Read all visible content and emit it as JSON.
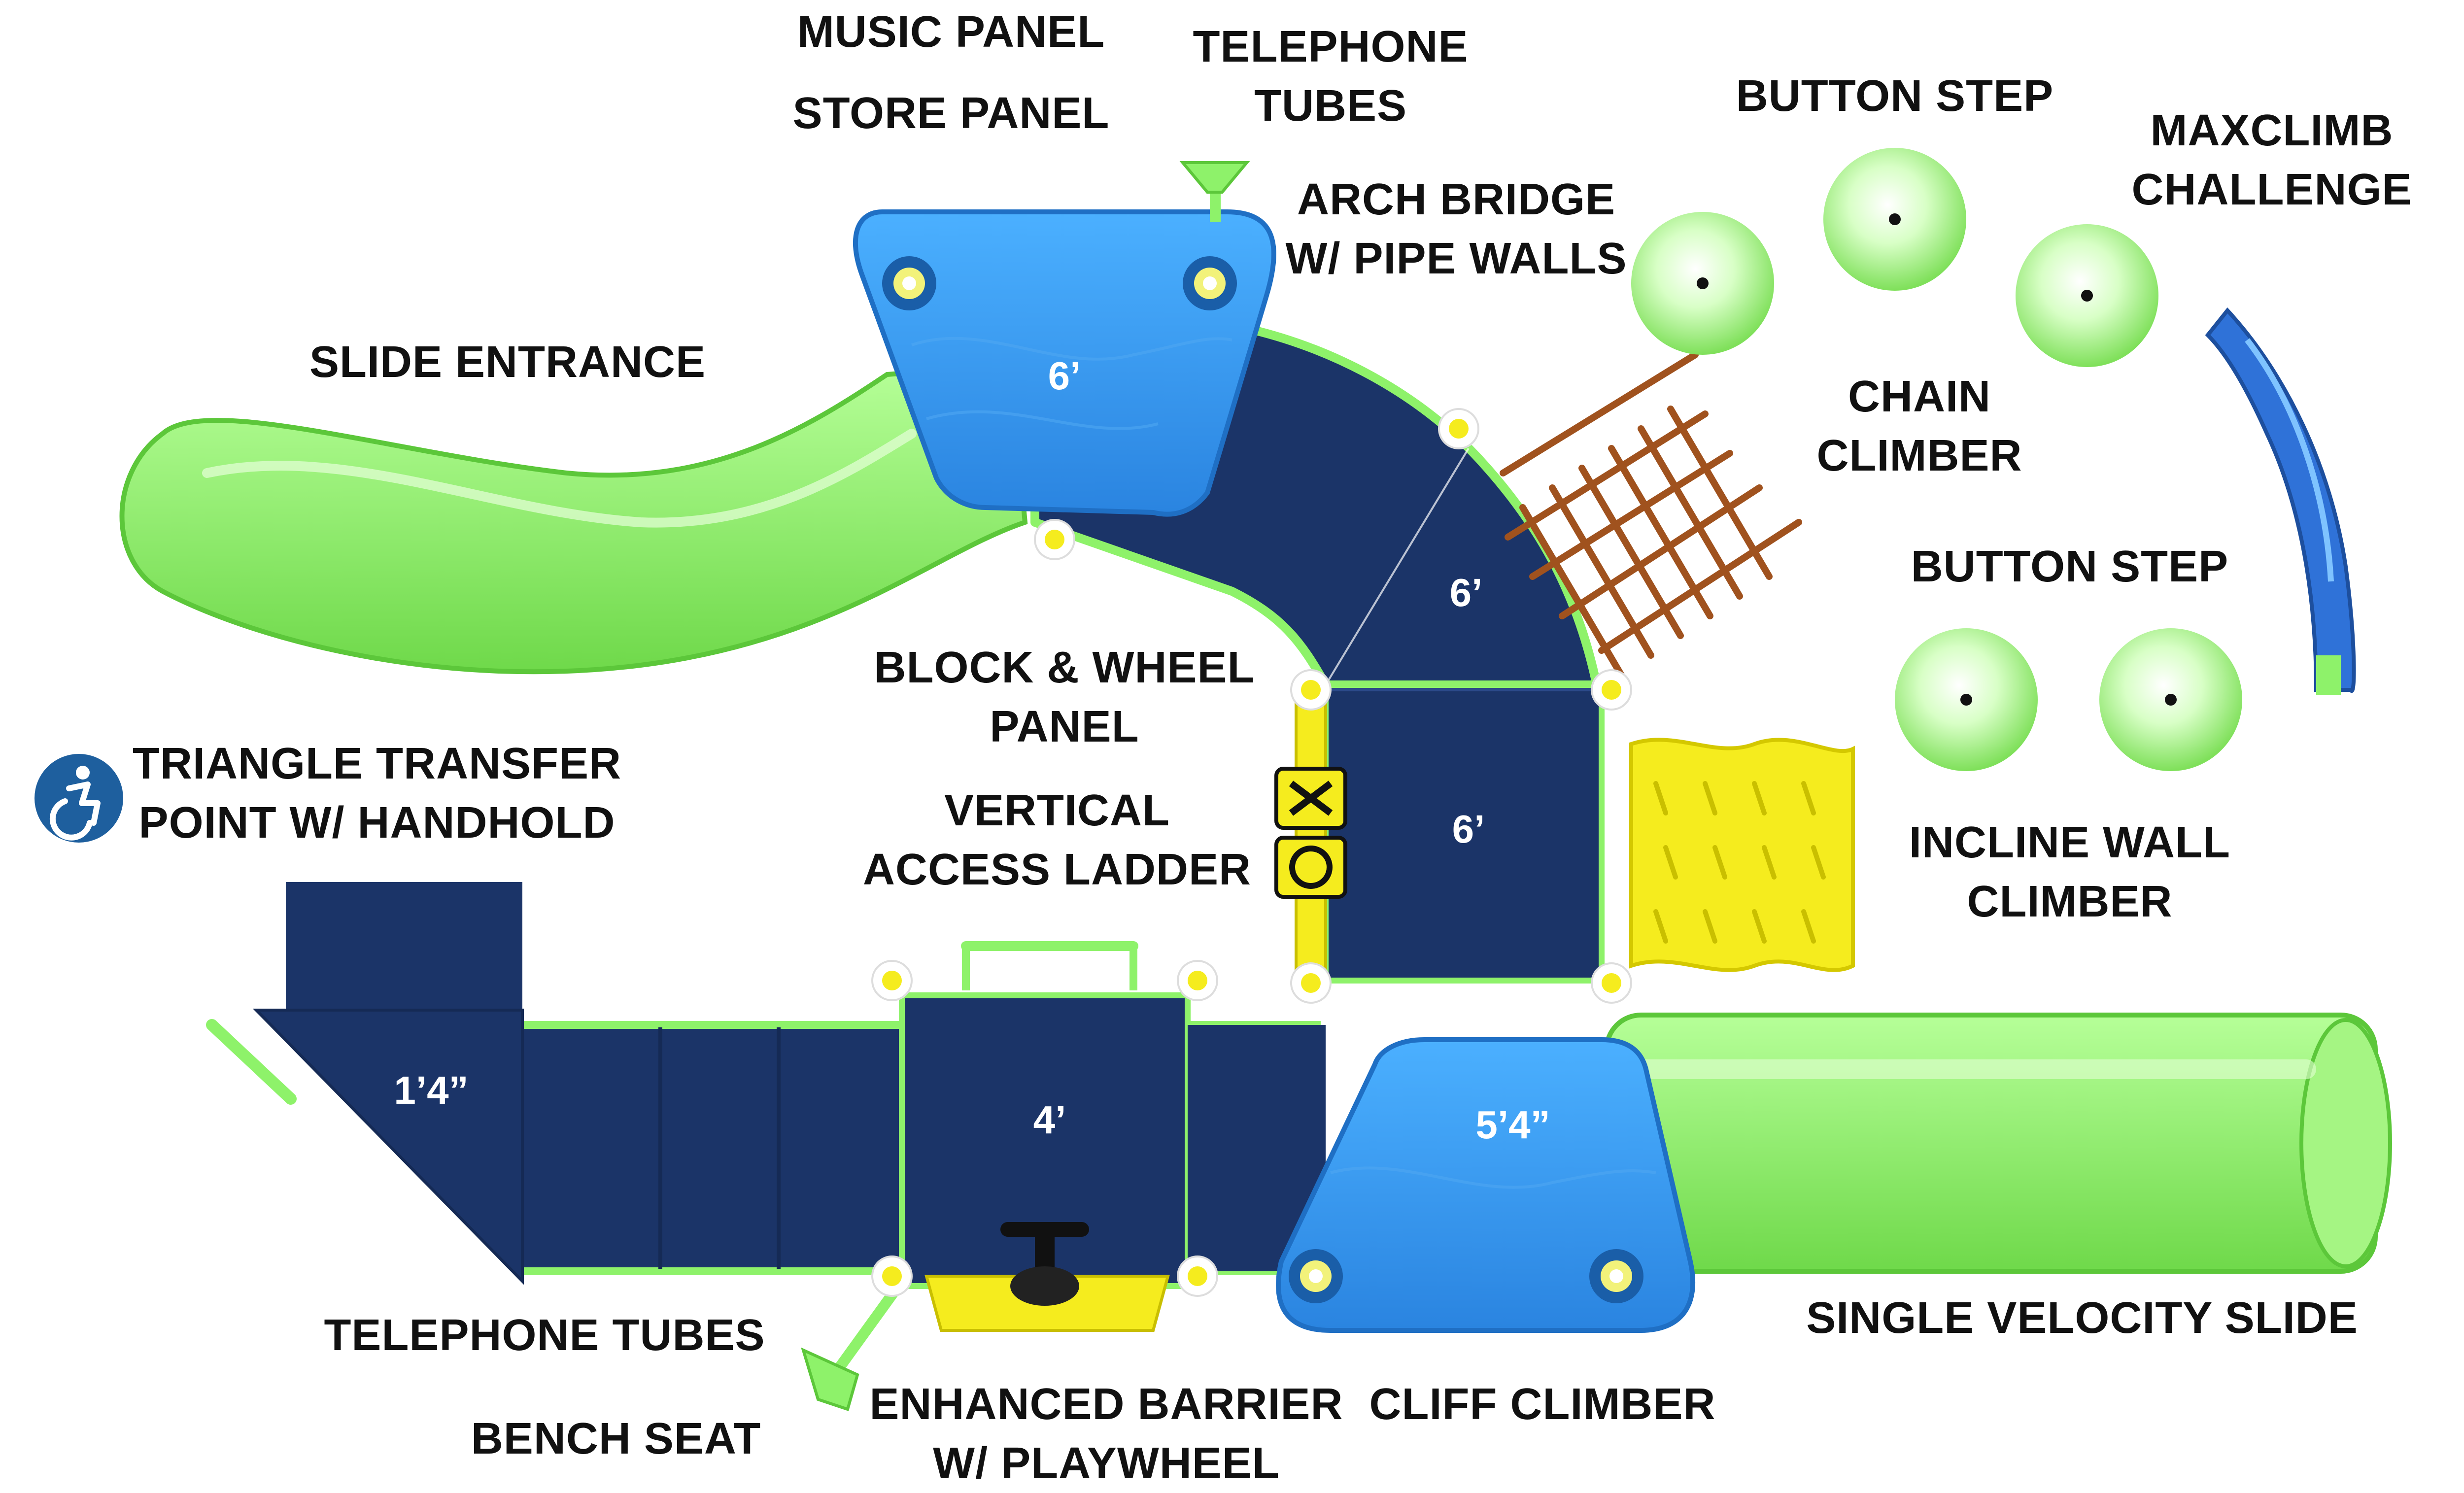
{
  "colors": {
    "green": "#8ef26a",
    "green_dark": "#5fcf3f",
    "navy": "#1b3468",
    "blue": "#2f96ee",
    "yellow": "#f5ec1e",
    "brown": "#a0521e",
    "accessibility_blue": "#1e5f9e"
  },
  "labels": {
    "music_panel": [
      "MUSIC PANEL"
    ],
    "store_panel": [
      "STORE PANEL"
    ],
    "telephone_tubes_top": [
      "TELEPHONE",
      "TUBES"
    ],
    "button_step_top": [
      "BUTTON STEP"
    ],
    "maxclimb": [
      "MAXCLIMB",
      "CHALLENGE"
    ],
    "arch_bridge": [
      "ARCH BRIDGE",
      "W/ PIPE WALLS"
    ],
    "slide_entrance": [
      "SLIDE ENTRANCE"
    ],
    "chain_climber": [
      "CHAIN",
      "CLIMBER"
    ],
    "button_step_mid": [
      "BUTTON STEP"
    ],
    "block_wheel": [
      "BLOCK & WHEEL",
      "PANEL"
    ],
    "triangle_transfer": [
      "TRIANGLE TRANSFER",
      "POINT W/ HANDHOLD"
    ],
    "vertical_ladder": [
      "VERTICAL",
      "ACCESS LADDER"
    ],
    "incline_wall": [
      "INCLINE WALL",
      "CLIMBER"
    ],
    "telephone_tubes_bottom": [
      "TELEPHONE TUBES"
    ],
    "single_velocity": [
      "SINGLE VELOCITY SLIDE"
    ],
    "bench_seat": [
      "BENCH SEAT"
    ],
    "enhanced_barrier": [
      "ENHANCED BARRIER",
      "W/ PLAYWHEEL"
    ],
    "cliff_climber": [
      "CLIFF CLIMBER"
    ]
  },
  "heights": {
    "top_deck": "6’",
    "upper_bridge": "6’",
    "mid_deck": "6’",
    "transfer": "1’4”",
    "center_deck": "4’",
    "bottom_deck": "5’4”"
  },
  "icons": {
    "accessibility": "accessibility-icon"
  }
}
